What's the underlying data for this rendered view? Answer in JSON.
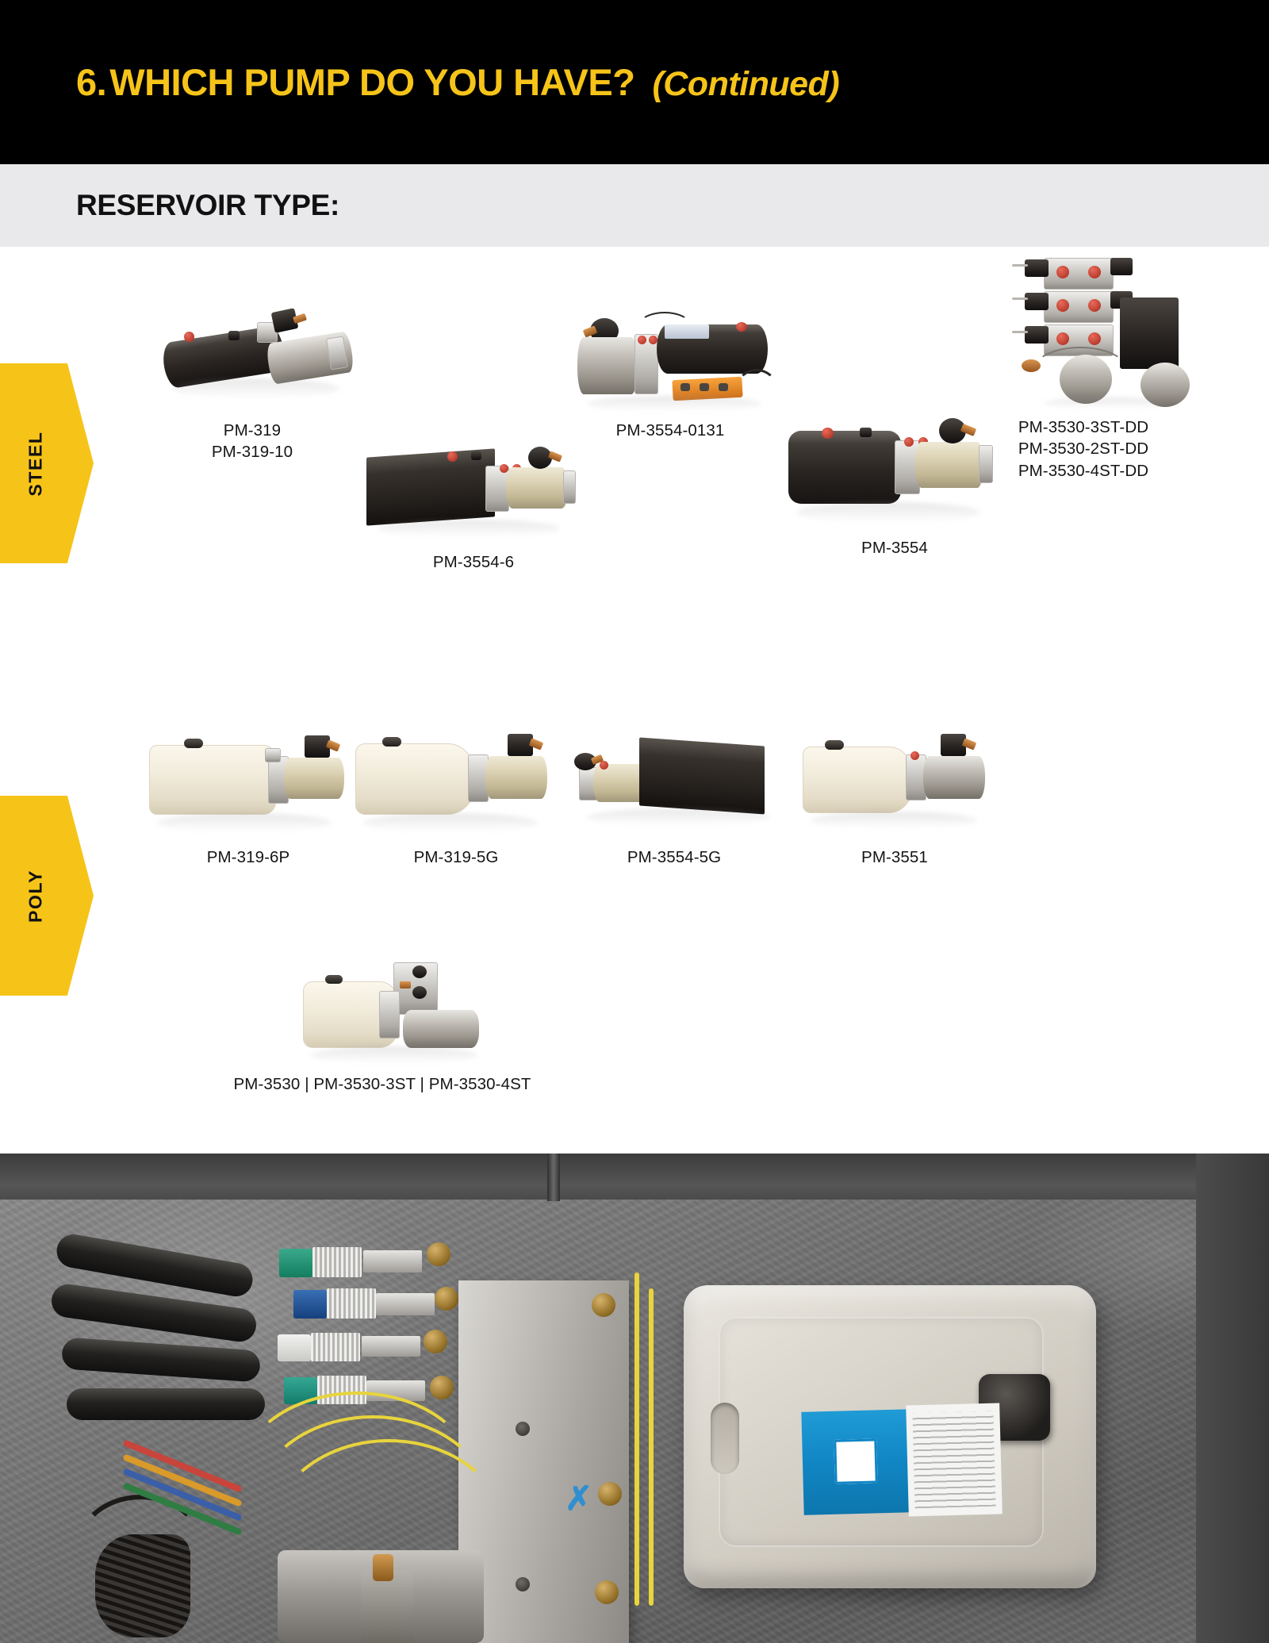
{
  "header": {
    "number": "6.",
    "title": "WHICH PUMP DO YOU HAVE?",
    "continued": "(Continued)",
    "accent_color": "#F6C419",
    "background_color": "#000000"
  },
  "subheader": {
    "title": "RESERVOIR TYPE:",
    "background_color": "#E9E9EB"
  },
  "categories": [
    {
      "id": "steel",
      "label": "STEEL",
      "tab_color": "#F6C419"
    },
    {
      "id": "poly",
      "label": "POLY",
      "tab_color": "#F6C419"
    }
  ],
  "steel_products": [
    {
      "id": "pm-319",
      "label": "PM-319\nPM-319-10",
      "reservoir": "steel-cylinder-black"
    },
    {
      "id": "pm-3554-6",
      "label": "PM-3554-6",
      "reservoir": "steel-box-black"
    },
    {
      "id": "pm-3554-0131",
      "label": "PM-3554-0131",
      "reservoir": "steel-cylinder-black-with-remote"
    },
    {
      "id": "pm-3554",
      "label": "PM-3554",
      "reservoir": "steel-cylinder-black"
    },
    {
      "id": "pm-3530-dd",
      "label": "PM-3530-3ST-DD\nPM-3530-2ST-DD\nPM-3530-4ST-DD",
      "reservoir": "steel-manifold-stack"
    }
  ],
  "poly_products": [
    {
      "id": "pm-319-6p",
      "label": "PM-319-6P",
      "reservoir": "poly-tank-cream"
    },
    {
      "id": "pm-319-5g",
      "label": "PM-319-5G",
      "reservoir": "poly-tank-cream"
    },
    {
      "id": "pm-3554-5g",
      "label": "PM-3554-5G",
      "reservoir": "steel-box-black"
    },
    {
      "id": "pm-3551",
      "label": "PM-3551",
      "reservoir": "poly-tank-cream"
    },
    {
      "id": "pm-3530-group",
      "label": "PM-3530  |  PM-3530-3ST  |  PM-3530-4ST",
      "reservoir": "poly-tank-cream-small"
    }
  ],
  "photo": {
    "caption": "",
    "description": "Installed hydraulic power unit with poly reservoir mounted in a steel enclosure",
    "label_color": "#1186C4"
  }
}
